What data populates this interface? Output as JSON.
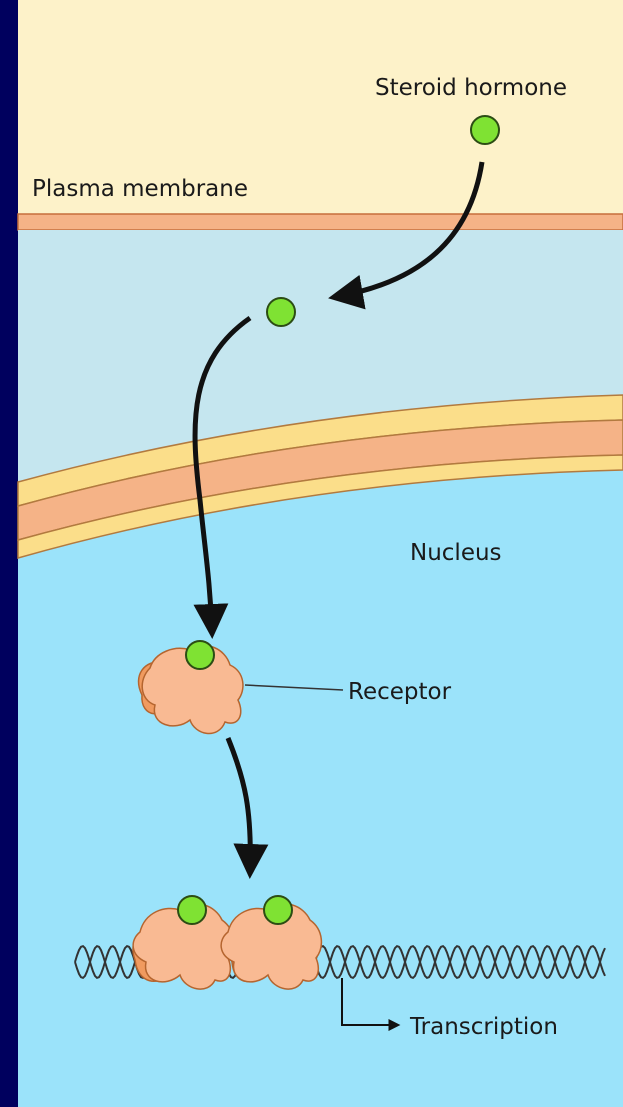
{
  "labels": {
    "steroid_hormone": "Steroid hormone",
    "plasma_membrane": "Plasma membrane",
    "nucleus": "Nucleus",
    "receptor": "Receptor",
    "transcription": "Transcription"
  },
  "colors": {
    "frame": "#00005e",
    "extracellular": "#fdf2c9",
    "plasma_membrane": "#f5b387",
    "cytoplasm": "#c5e6ef",
    "nuclear_envelope_outer": "#fbde8a",
    "nuclear_envelope_inner": "#f5b387",
    "nucleus": "#9be3fa",
    "hormone": "#7fe233",
    "receptor": "#f9ba93",
    "receptor_shadow": "#f09a5f",
    "dna": "#333333",
    "arrow": "#111111"
  }
}
